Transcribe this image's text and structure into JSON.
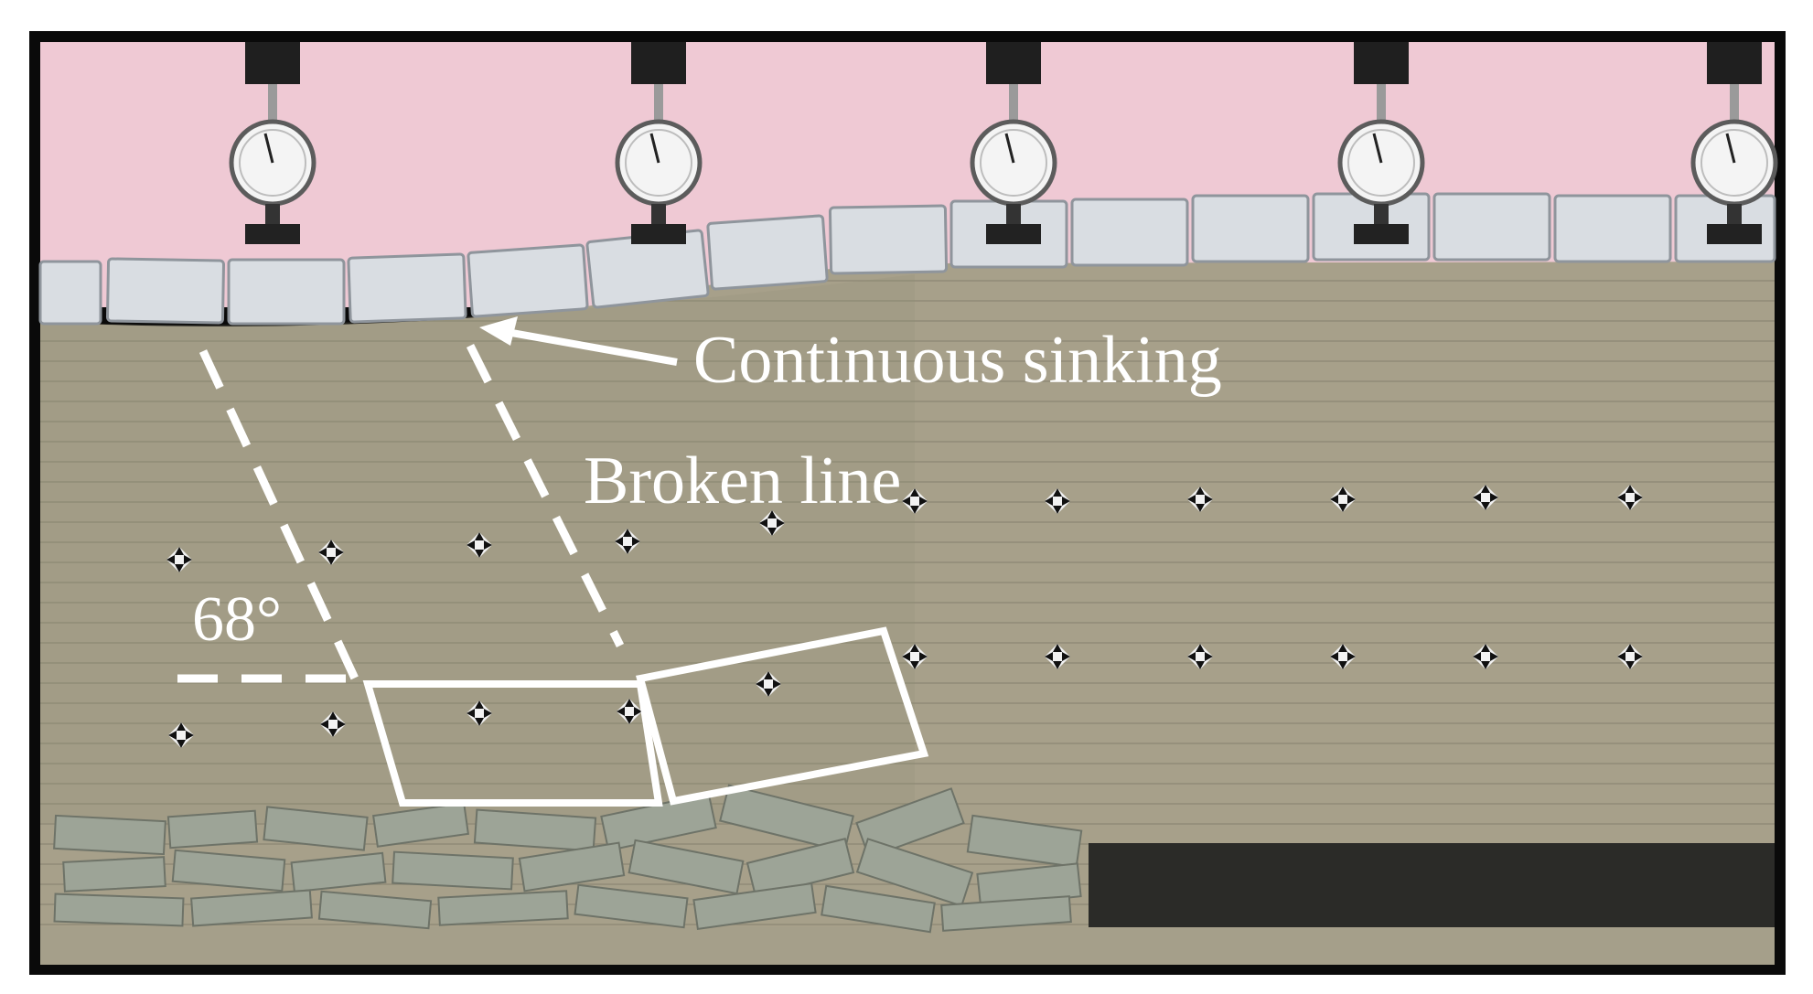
{
  "annotations": {
    "continuous_sinking": "Continuous sinking",
    "broken_line": "Broken line",
    "angle": "68°"
  },
  "colors": {
    "frame": "#0a0a0a",
    "wall": "#efc9d4",
    "strata": "#a7a08a",
    "strata_dark": "#8e8875",
    "blocks": "#d9dde2",
    "markup": "#ffffff",
    "cavity": "#2b2b28"
  },
  "gauge_count": 5,
  "block_count": 15
}
